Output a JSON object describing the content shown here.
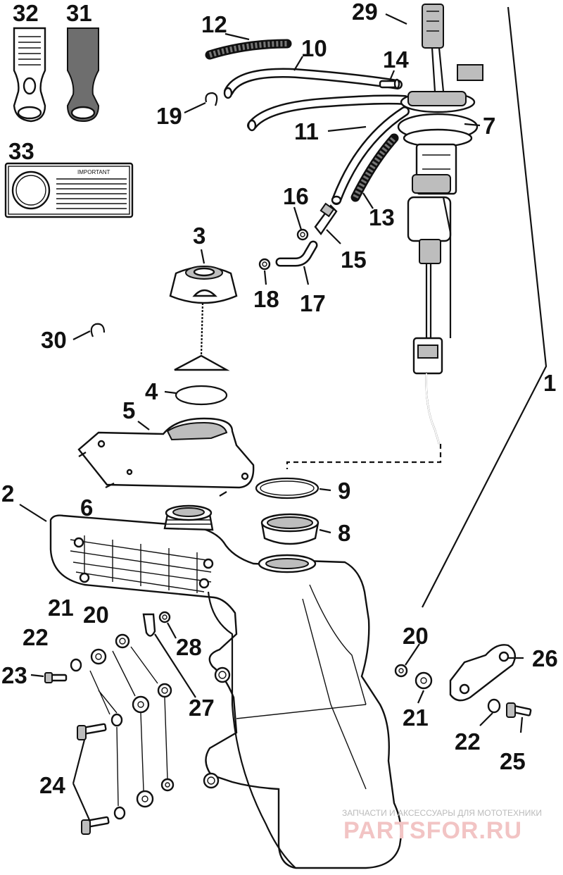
{
  "callouts": [
    {
      "id": "c1",
      "text": "1"
    },
    {
      "id": "c2",
      "text": "2"
    },
    {
      "id": "c3",
      "text": "3"
    },
    {
      "id": "c4",
      "text": "4"
    },
    {
      "id": "c5",
      "text": "5"
    },
    {
      "id": "c6",
      "text": "6"
    },
    {
      "id": "c7",
      "text": "7"
    },
    {
      "id": "c8",
      "text": "8"
    },
    {
      "id": "c9",
      "text": "9"
    },
    {
      "id": "c10",
      "text": "10"
    },
    {
      "id": "c11",
      "text": "11"
    },
    {
      "id": "c12",
      "text": "12"
    },
    {
      "id": "c13",
      "text": "13"
    },
    {
      "id": "c14",
      "text": "14"
    },
    {
      "id": "c15",
      "text": "15"
    },
    {
      "id": "c16",
      "text": "16"
    },
    {
      "id": "c17",
      "text": "17"
    },
    {
      "id": "c18",
      "text": "18"
    },
    {
      "id": "c19",
      "text": "19"
    },
    {
      "id": "c20a",
      "text": "20"
    },
    {
      "id": "c20b",
      "text": "20"
    },
    {
      "id": "c21a",
      "text": "21"
    },
    {
      "id": "c21b",
      "text": "21"
    },
    {
      "id": "c22a",
      "text": "22"
    },
    {
      "id": "c22b",
      "text": "22"
    },
    {
      "id": "c23",
      "text": "23"
    },
    {
      "id": "c24",
      "text": "24"
    },
    {
      "id": "c25",
      "text": "25"
    },
    {
      "id": "c26",
      "text": "26"
    },
    {
      "id": "c27",
      "text": "27"
    },
    {
      "id": "c28",
      "text": "28"
    },
    {
      "id": "c29",
      "text": "29"
    },
    {
      "id": "c30",
      "text": "30"
    },
    {
      "id": "c31",
      "text": "31"
    },
    {
      "id": "c32",
      "text": "32"
    },
    {
      "id": "c33",
      "text": "33"
    }
  ],
  "decal_33": {
    "heading": "IMPORTANT"
  },
  "watermark": {
    "tagline": "ЗАПЧАСТИ И АКСЕССУАРЫ ДЛЯ МОТОТЕХНИКИ",
    "brand": "PARTSFOR.RU"
  },
  "colors": {
    "ink": "#111111",
    "watermark": "#f2c4c4",
    "watermark_tagline": "#bbbbbb"
  }
}
